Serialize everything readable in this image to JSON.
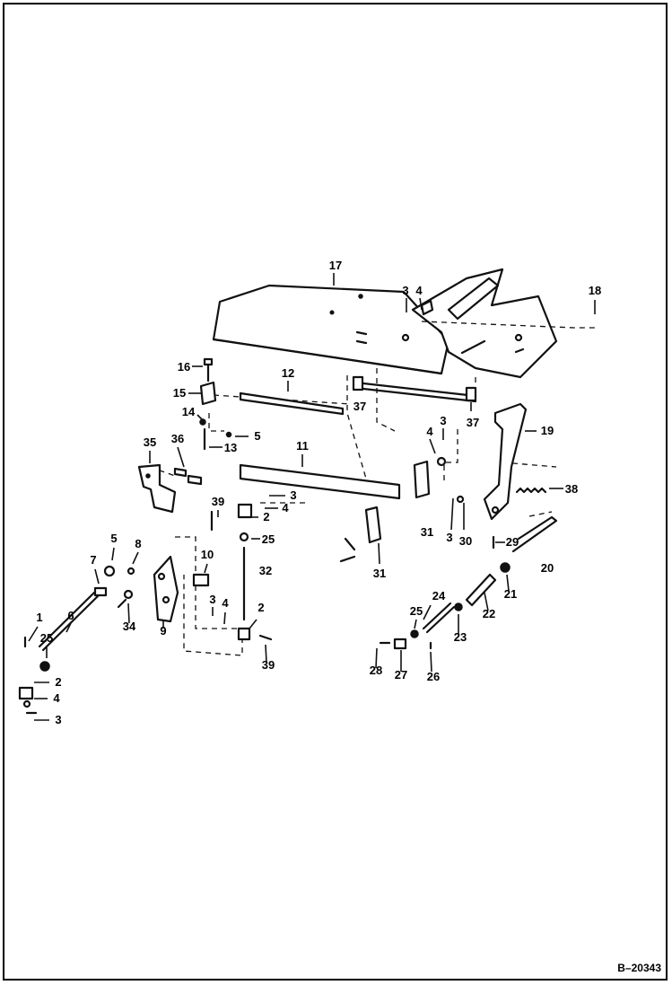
{
  "diagram": {
    "reference": "B–20343",
    "callouts": [
      "17",
      "3",
      "4",
      "18",
      "16",
      "12",
      "15",
      "37",
      "37",
      "14",
      "5",
      "13",
      "19",
      "3",
      "4",
      "35",
      "36",
      "11",
      "38",
      "39",
      "3",
      "4",
      "2",
      "25",
      "3",
      "30",
      "29",
      "31",
      "31",
      "5",
      "8",
      "10",
      "7",
      "32",
      "3",
      "4",
      "2",
      "20",
      "21",
      "24",
      "22",
      "1",
      "6",
      "25",
      "23",
      "25",
      "34",
      "9",
      "39",
      "2",
      "4",
      "3",
      "28",
      "27",
      "26"
    ]
  }
}
